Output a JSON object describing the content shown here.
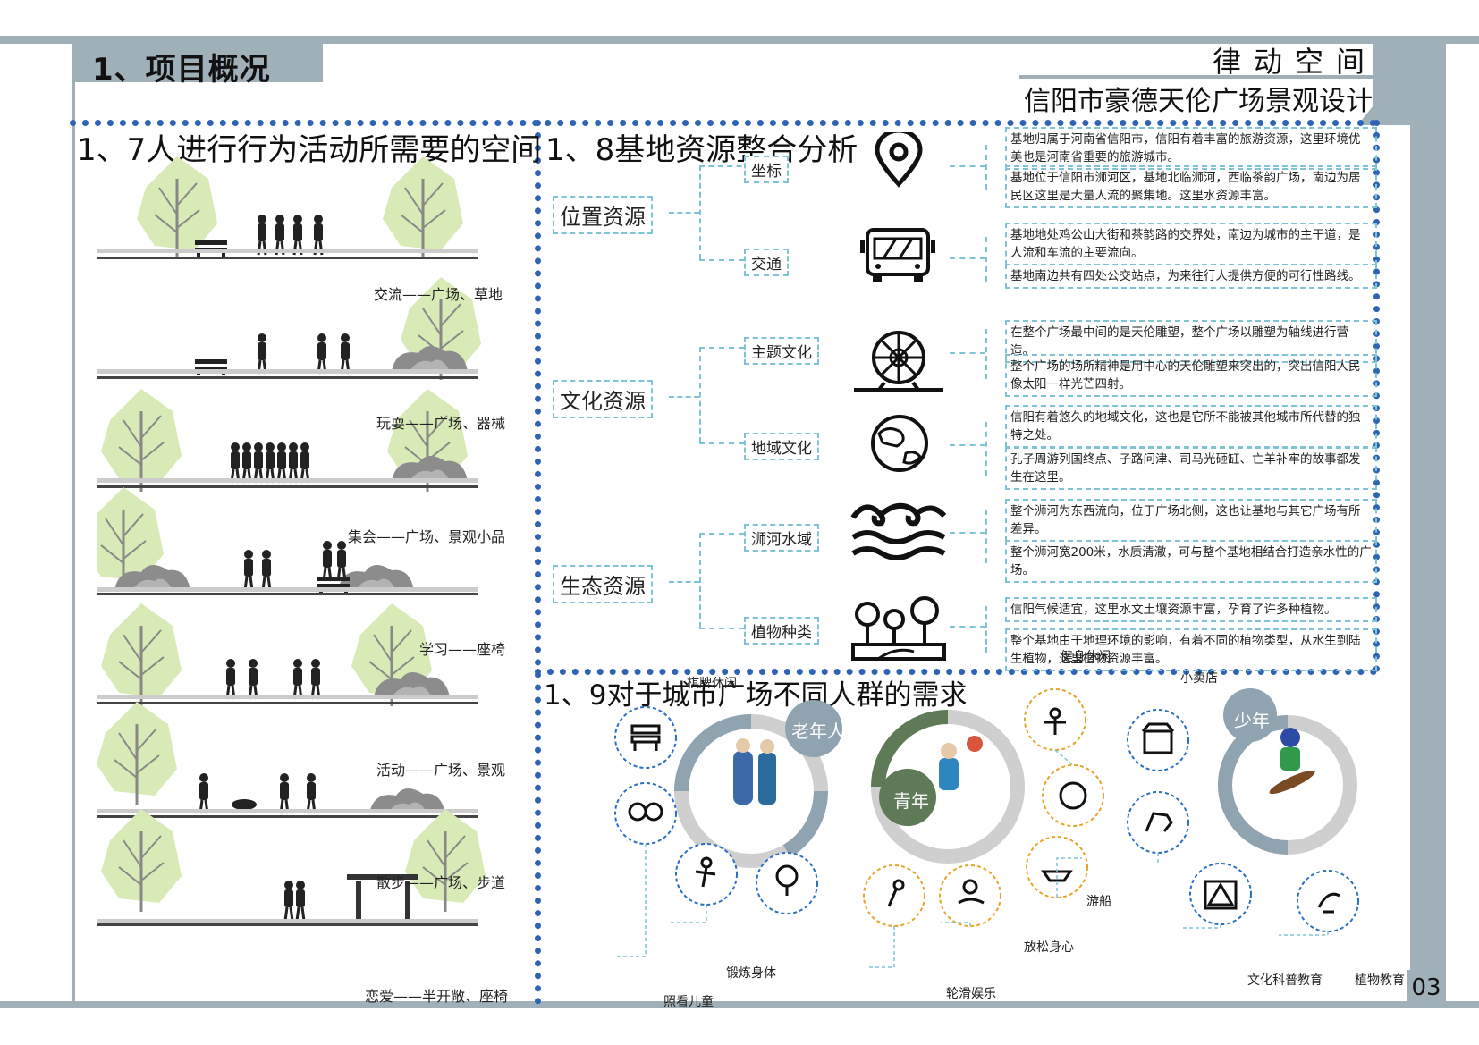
{
  "header": {
    "section_title": "1、项目概况",
    "brand_title": "律动空间",
    "subtitle": "信阳市豪德天伦广场景观设计",
    "page_number": "03"
  },
  "section17": {
    "title": "1、7人进行行为活动所需要的空间",
    "captions": [
      "交流——广场、草地",
      "玩耍——广场、器械",
      "集会——广场、景观小品",
      "学习——座椅",
      "活动——广场、景观",
      "散步——广场、步道",
      "恋爱——半开敞、座椅"
    ]
  },
  "section18": {
    "title": "1、8基地资源整合分析",
    "categories": [
      "位置资源",
      "文化资源",
      "生态资源"
    ],
    "subs": [
      "坐标",
      "交通",
      "主题文化",
      "地域文化",
      "浉河水域",
      "植物种类"
    ],
    "texts": [
      "基地归属于河南省信阳市，信阳有着丰富的旅游资源，这里环境优美也是河南省重要的旅游城市。",
      "基地位于信阳市浉河区，基地北临浉河，西临茶韵广场，南边为居民区这里是大量人流的聚集地。这里水资源丰富。",
      "基地地处鸡公山大街和茶韵路的交界处，南边为城市的主干道，是人流和车流的主要流向。",
      "基地南边共有四处公交站点，为来往行人提供方便的可行性路线。",
      "在整个广场最中间的是天伦雕塑，整个广场以雕塑为轴线进行营造。",
      "整个广场的场所精神是用中心的天伦雕塑来突出的，突出信阳人民像太阳一样光芒四射。",
      "信阳有着悠久的地域文化，这也是它所不能被其他城市所代替的独特之处。",
      "孔子周游列国终点、子路问津、司马光砸缸、亡羊补牢的故事都发生在这里。",
      "整个浉河为东西流向，位于广场北侧，这也让基地与其它广场有所差异。",
      "整个浉河宽200米，水质清澈，可与整个基地相结合打造亲水性的广场。",
      "信阳气候适宜，这里水文土壤资源丰富，孕育了许多种植物。",
      "整个基地由于地理环境的影响，有着不同的植物类型，从水生到陆生植物，这里植物资源丰富。"
    ]
  },
  "section19": {
    "title": "1、9对于城市广场不同人群的需求",
    "groups": [
      "老年人",
      "青年",
      "少年"
    ],
    "labels": [
      "棋牌休闲",
      "健身休闲",
      "小卖店",
      "锻炼身体",
      "照看儿童",
      "游船",
      "放松身心",
      "轮滑娱乐",
      "文化科普教育",
      "植物教育"
    ]
  },
  "colors": {
    "frame": "#9fb0b8",
    "dots": "#2f64b4",
    "dash": "#7fc4d6",
    "elder": "#8fa3b0",
    "youth": "#5e7a56",
    "teen": "#8fa3b0"
  }
}
